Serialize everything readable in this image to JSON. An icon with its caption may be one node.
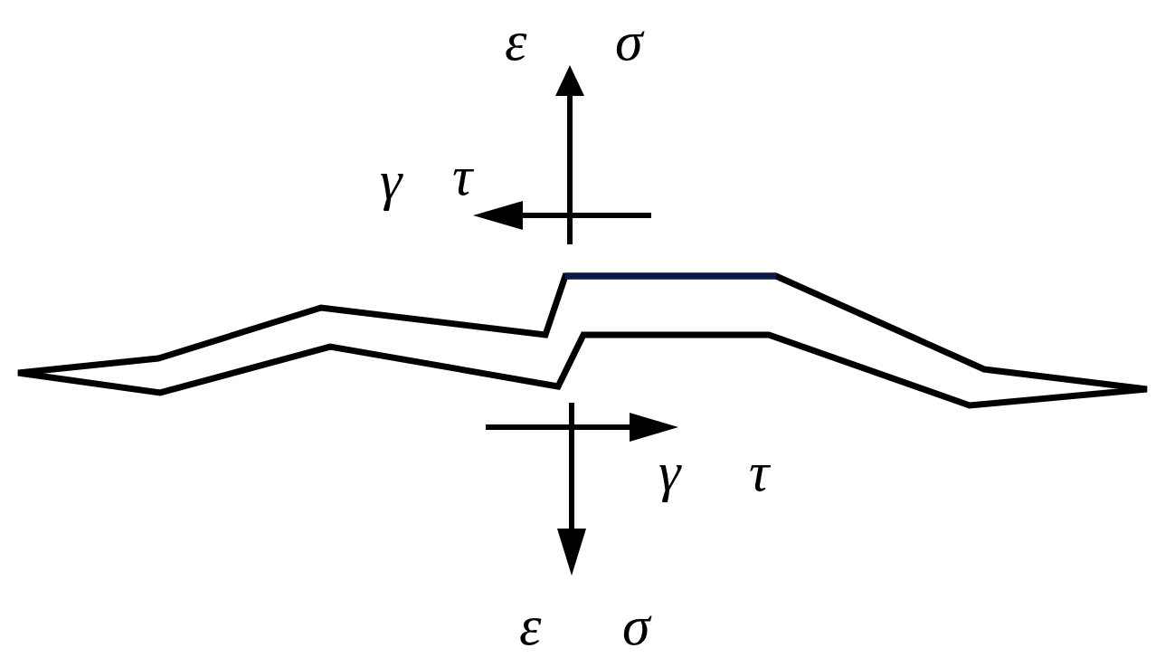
{
  "diagram": {
    "labels": [
      "ε",
      "σ",
      "γ",
      "τ",
      "γ",
      "τ",
      "ε",
      "σ"
    ]
  }
}
